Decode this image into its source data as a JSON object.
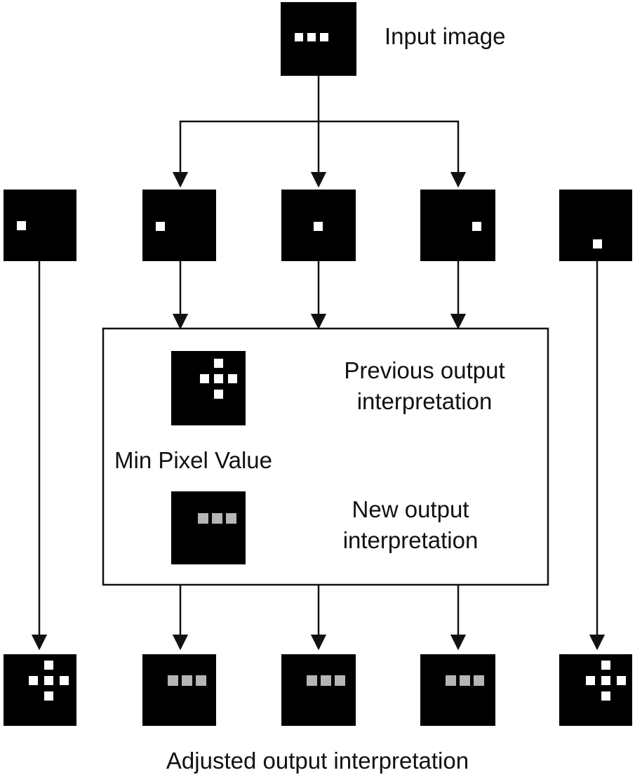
{
  "colors": {
    "background": "#ffffff",
    "ink": "#111111",
    "square": "#000000",
    "pixel_white": "#ffffff",
    "pixel_gray": "#b5b5b5"
  },
  "labels": {
    "input_image": "Input image",
    "previous_output": "Previous output\ninterpretation",
    "min_pixel_value": "Min Pixel Value",
    "new_output": "New output\ninterpretation",
    "adjusted_output": "Adjusted output interpretation"
  }
}
